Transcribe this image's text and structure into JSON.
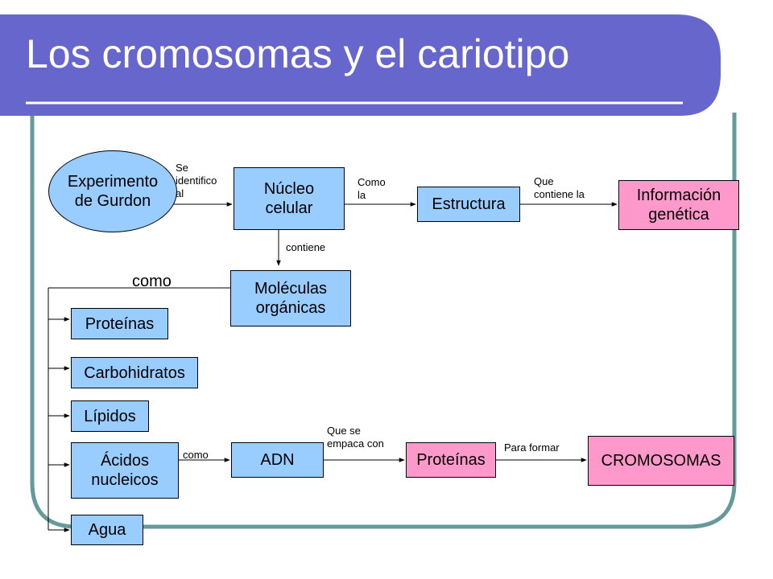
{
  "title": "Los cromosomas y el cariotipo",
  "colors": {
    "header": "#6666cc",
    "border": "#669999",
    "blue_box": "#99ccff",
    "pink_box": "#ff99cc"
  },
  "nodes": {
    "gurdon": "Experimento\nde Gurdon",
    "nucleo": "Núcleo\ncelular",
    "estructura": "Estructura",
    "informacion": "Información\ngenética",
    "moleculas": "Moléculas\norgánicas",
    "proteinas1": "Proteínas",
    "carbohidratos": "Carbohidratos",
    "lipidos": "Lípidos",
    "acidos": "Ácidos\nnucleicos",
    "agua": "Agua",
    "adn": "ADN",
    "proteinas2": "Proteínas",
    "cromosomas": "CROMOSOMAS"
  },
  "labels": {
    "se_identifico": "Se\nidentifico\nal",
    "como_la": "Como\nla",
    "que_contiene": "Que\ncontiene la",
    "contiene": "contiene",
    "como_big": "como",
    "como_small": "como",
    "que_se_empaca": "Que se\nempaca con",
    "para_formar": "Para formar"
  }
}
